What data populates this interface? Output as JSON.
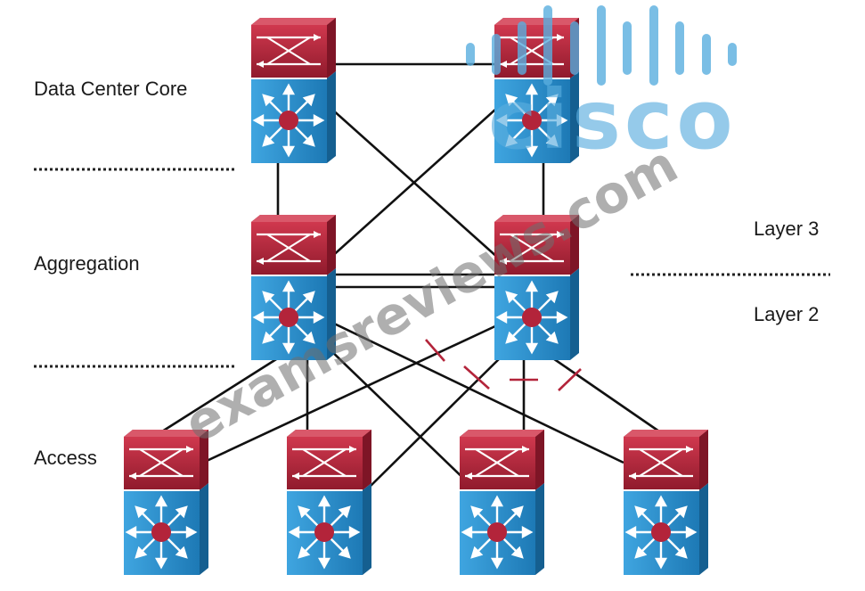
{
  "labels": {
    "core": "Data Center Core",
    "aggregation": "Aggregation",
    "access": "Access",
    "layer3": "Layer 3",
    "layer2": "Layer 2"
  },
  "watermark": {
    "text": "examsreviews.com",
    "logo_text": "cisco",
    "logo_color": "#5aaedf"
  },
  "devices": [
    {
      "id": "core-left",
      "tier": "core",
      "icon": "multilayer-switch-icon"
    },
    {
      "id": "core-right",
      "tier": "core",
      "icon": "multilayer-switch-icon"
    },
    {
      "id": "agg-left",
      "tier": "aggregation",
      "icon": "multilayer-switch-icon"
    },
    {
      "id": "agg-right",
      "tier": "aggregation",
      "icon": "multilayer-switch-icon"
    },
    {
      "id": "access-1",
      "tier": "access",
      "icon": "multilayer-switch-icon"
    },
    {
      "id": "access-2",
      "tier": "access",
      "icon": "multilayer-switch-icon"
    },
    {
      "id": "access-3",
      "tier": "access",
      "icon": "multilayer-switch-icon"
    },
    {
      "id": "access-4",
      "tier": "access",
      "icon": "multilayer-switch-icon"
    }
  ],
  "links": [
    {
      "from": "core-left",
      "to": "core-right",
      "blocked": false
    },
    {
      "from": "core-left",
      "to": "agg-left",
      "blocked": false
    },
    {
      "from": "core-left",
      "to": "agg-right",
      "blocked": false
    },
    {
      "from": "core-right",
      "to": "agg-left",
      "blocked": false
    },
    {
      "from": "core-right",
      "to": "agg-right",
      "blocked": false
    },
    {
      "from": "agg-left",
      "to": "agg-right",
      "blocked": false
    },
    {
      "from": "agg-left",
      "to": "agg-right",
      "blocked": false
    },
    {
      "from": "agg-left",
      "to": "access-1",
      "blocked": false
    },
    {
      "from": "agg-left",
      "to": "access-2",
      "blocked": false
    },
    {
      "from": "agg-left",
      "to": "access-3",
      "blocked": false
    },
    {
      "from": "agg-left",
      "to": "access-4",
      "blocked": false
    },
    {
      "from": "agg-right",
      "to": "access-1",
      "blocked": true
    },
    {
      "from": "agg-right",
      "to": "access-2",
      "blocked": true
    },
    {
      "from": "agg-right",
      "to": "access-3",
      "blocked": true
    },
    {
      "from": "agg-right",
      "to": "access-4",
      "blocked": true
    }
  ],
  "colors": {
    "switch_red": "#b3243a",
    "switch_blue": "#2e8fcd",
    "link": "#111111",
    "blocked_marker": "#b3243a"
  }
}
